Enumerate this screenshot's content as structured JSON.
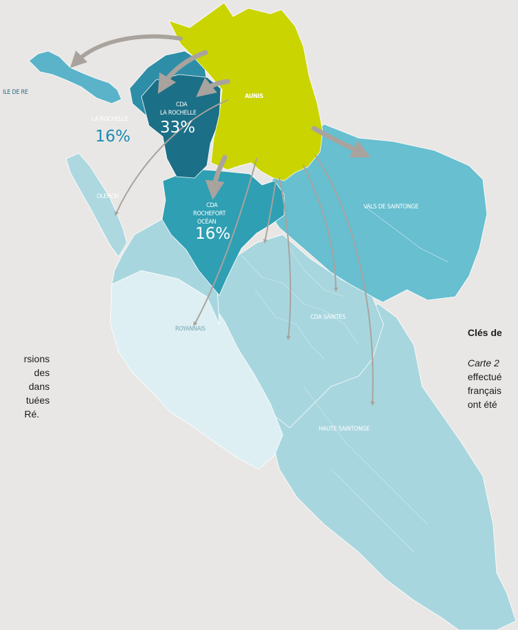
{
  "map": {
    "regions": {
      "aunis": "AUNIS",
      "ile_de_re": "ILE DE RE",
      "la_rochelle": "LA ROCHELLE",
      "cda_la_rochelle": [
        "CDA",
        "LA ROCHELLE"
      ],
      "oleron": "OLERON",
      "cda_rochefort": [
        "CDA",
        "ROCHEFORT",
        "OCÉAN"
      ],
      "vals_de_saintonge": "VALS DE SAINTONGE",
      "cda_saintes": "CDA SAINTES",
      "royannais": "ROYANNAIS",
      "haute_saintonge": "HAUTE SAINTONGE"
    },
    "percentages": {
      "la_rochelle": "16%",
      "cda_la_rochelle": "33%",
      "cda_rochefort": "16%"
    },
    "colors": {
      "aunis": "#c9d400",
      "cda_la_rochelle": "#1b6f86",
      "la_rochelle_outer": "#2e8ea8",
      "rochefort": "#2f9fb3",
      "vals": "#67bfd0",
      "saintes": "#a8d6de",
      "royannais": "#ddeff3",
      "oleron": "#add8e0",
      "ile_de_re": "#5bb3c9",
      "arrows": "#a9a39e",
      "pct_text": "#1a8ab4"
    }
  },
  "side_text": {
    "left_lines": [
      "rsions",
      "des",
      "dans",
      "tuées",
      "Ré."
    ],
    "right_title": "Clés de",
    "right_lines": [
      "Carte 2",
      "effectué",
      "français",
      "ont été"
    ]
  }
}
